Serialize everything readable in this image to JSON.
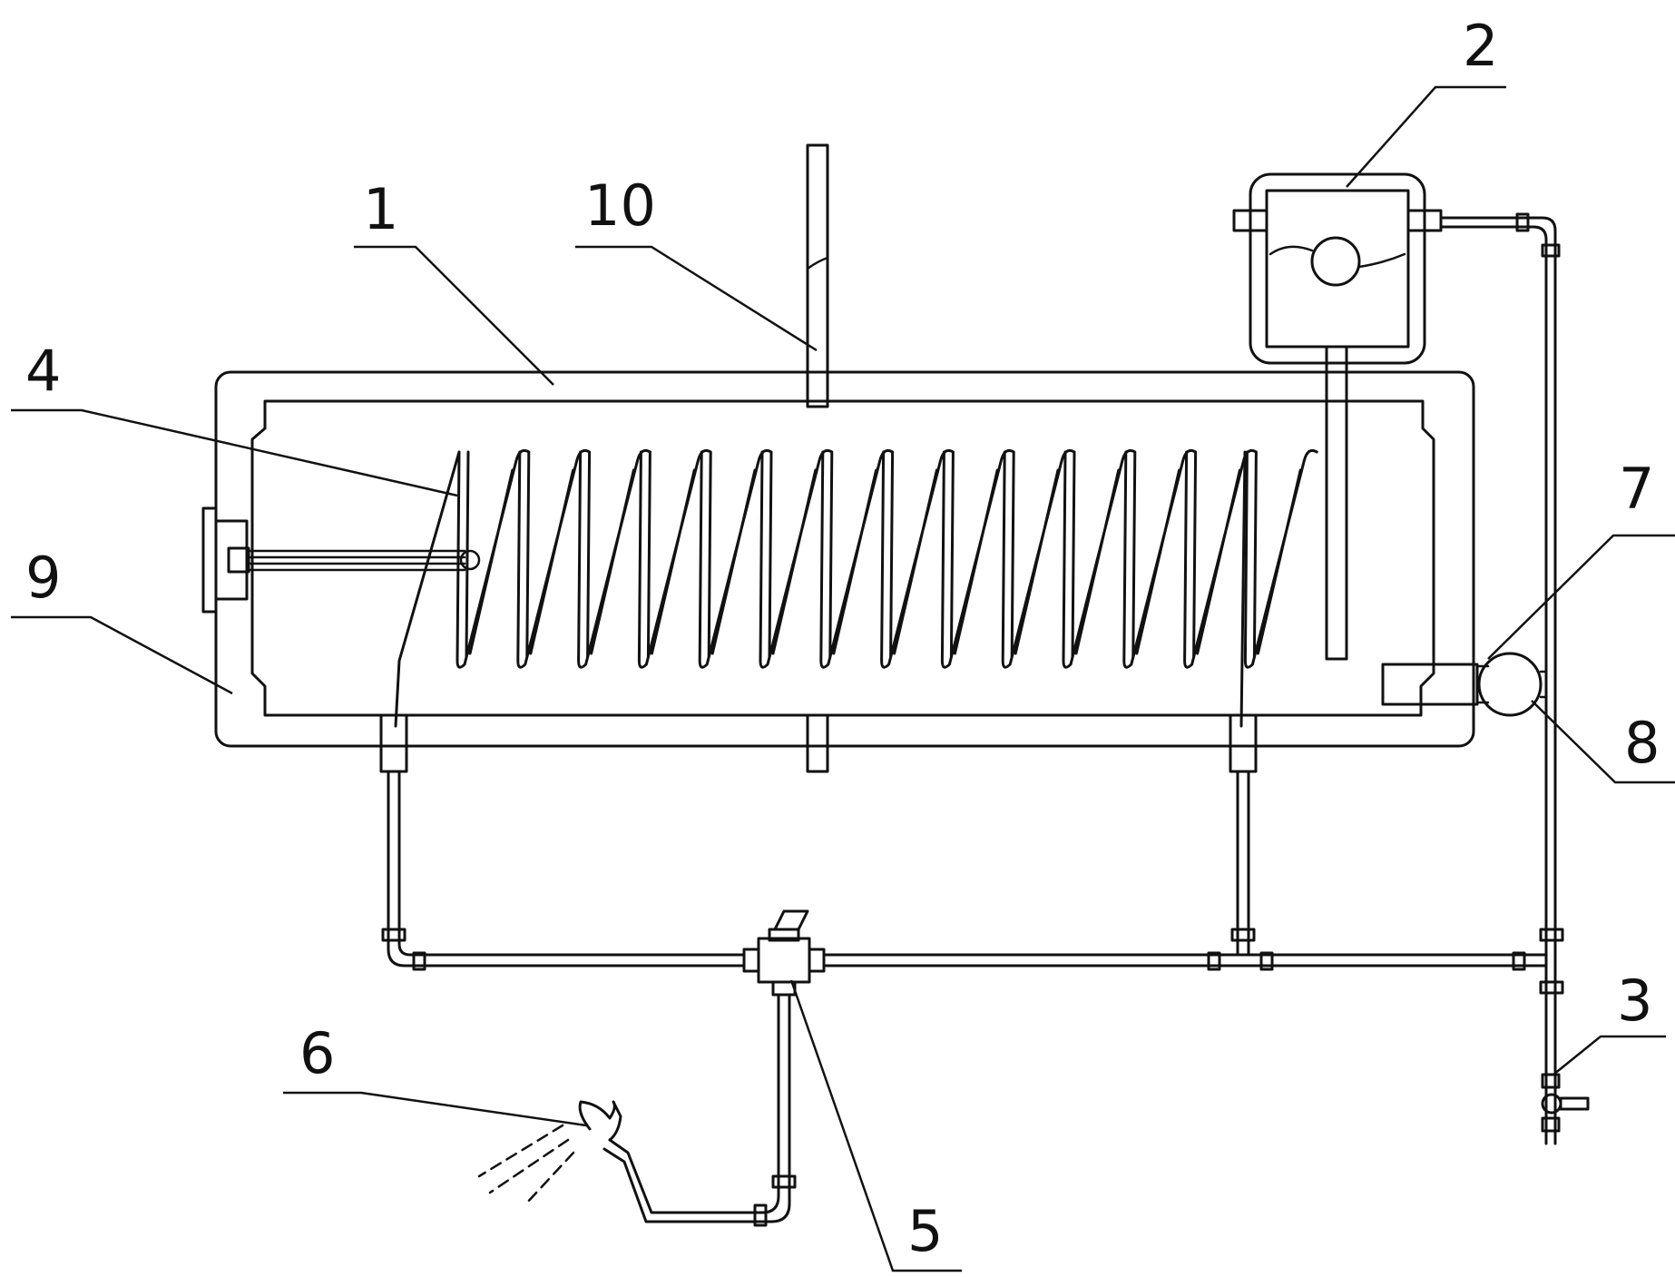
{
  "labels": {
    "tank": "1",
    "expansion_tank": "2",
    "drain_valve": "3",
    "coil": "4",
    "three_way_valve": "5",
    "shower_head": "6",
    "pump": "7",
    "pump_outlet": "8",
    "heater_base": "9",
    "vent_pipe": "10"
  },
  "colors": {
    "line": "#111111",
    "background": "#ffffff"
  }
}
